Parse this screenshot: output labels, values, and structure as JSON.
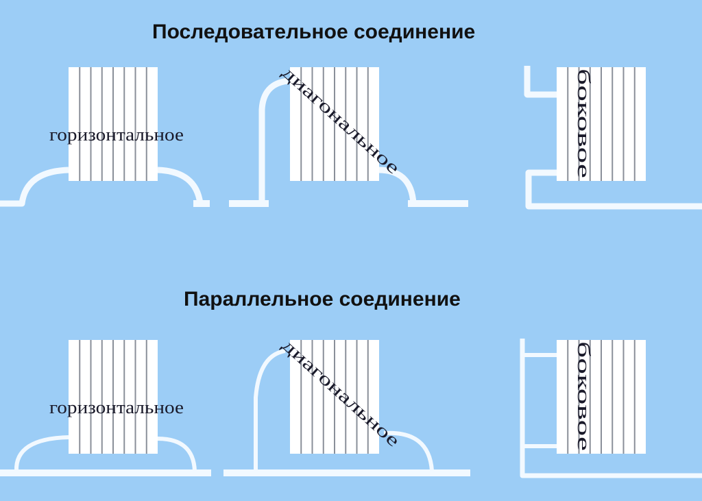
{
  "titles": {
    "series": "Последовательное соединение",
    "parallel": "Параллельное соединение"
  },
  "rows": [
    {
      "name": "series",
      "diagrams": [
        {
          "type": "horizontal",
          "label": "горизонтальное"
        },
        {
          "type": "diagonal",
          "label": "диагональное"
        },
        {
          "type": "side",
          "label": "боковое"
        }
      ]
    },
    {
      "name": "parallel",
      "diagrams": [
        {
          "type": "horizontal",
          "label": "горизонтальное"
        },
        {
          "type": "diagonal",
          "label": "диагональное"
        },
        {
          "type": "side",
          "label": "боковое"
        }
      ]
    }
  ],
  "colors": {
    "background": "#9ccdf6",
    "pipe": "#f2f9ff",
    "radiator": "#ffffff",
    "radiator_divider": "#8a8f99"
  }
}
